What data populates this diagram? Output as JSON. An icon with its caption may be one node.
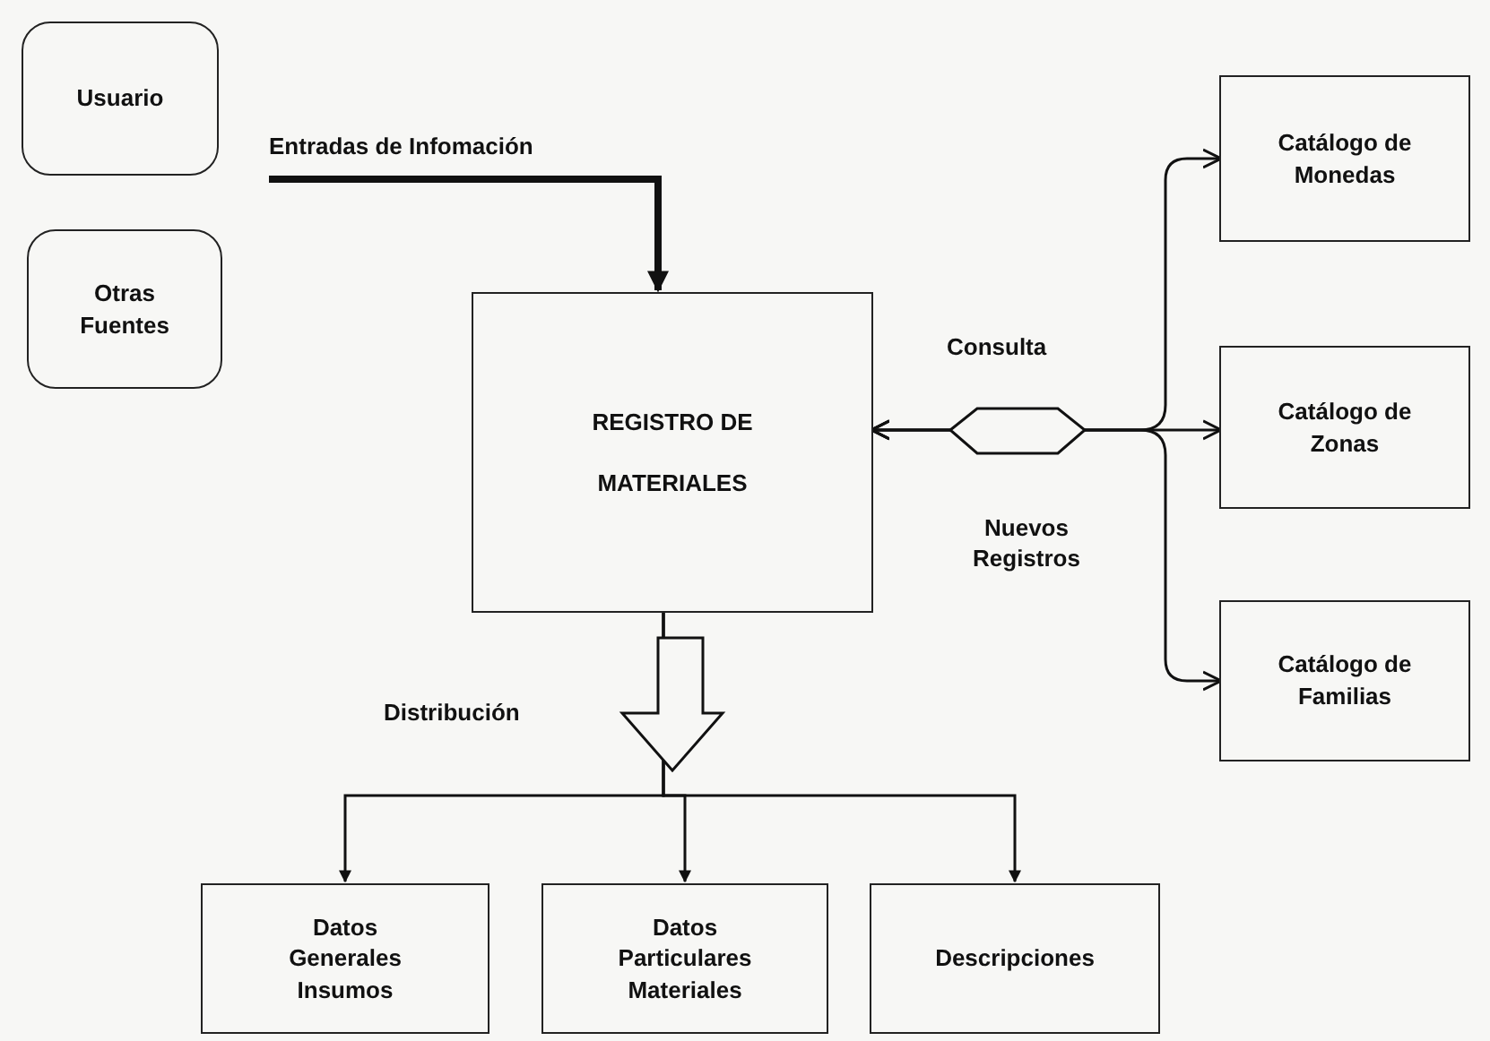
{
  "diagram": {
    "nodes": [
      {
        "text": [
          "Usuario"
        ]
      },
      {
        "text": [
          "Otras Fuentes"
        ]
      },
      {
        "text": [
          "REGISTRO DE MATERIALES"
        ]
      },
      {
        "text": [
          "Catálogo de Monedas"
        ]
      },
      {
        "text": [
          "Catálogo de Zonas"
        ]
      },
      {
        "text": [
          "Catálogo de Familias"
        ]
      },
      {
        "text": [
          "Datos Generales Insumos"
        ]
      },
      {
        "text": [
          "Datos Particulares Materiales"
        ]
      },
      {
        "text": [
          "Descripciones"
        ]
      }
    ],
    "edges": [
      {
        "from": null,
        "to": 2,
        "arrow": "to",
        "label": "Entradas de Infomación",
        "style": "thick"
      },
      {
        "from": 2,
        "to": 3,
        "arrow": "both"
      },
      {
        "from": 2,
        "to": 4,
        "arrow": "both"
      },
      {
        "from": 2,
        "to": 5,
        "arrow": "both"
      },
      {
        "from": 2,
        "to": 6,
        "arrow": "to"
      },
      {
        "from": 2,
        "to": 7,
        "arrow": "to"
      },
      {
        "from": 2,
        "to": 8,
        "arrow": "to"
      }
    ],
    "labels": [
      "Consulta",
      "Nuevos Registros",
      "Distribución"
    ]
  }
}
